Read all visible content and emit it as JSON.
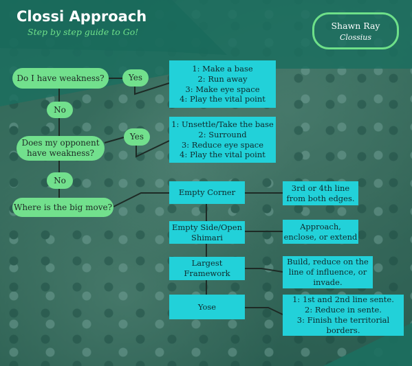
{
  "header": {
    "title": "Clossi Approach",
    "subtitle": "Step by step guide to Go!"
  },
  "author": {
    "name": "Shawn Ray",
    "org": "Clossius"
  },
  "flow": {
    "q1": "Do I have weakness?",
    "q1_yes": "Yes",
    "q1_no": "No",
    "q1_actions": [
      "1: Make a base",
      "2: Run away",
      "3: Make eye space",
      "4: Play the vital point"
    ],
    "q2_line1": "Does my opponent",
    "q2_line2": "have weakness?",
    "q2_yes": "Yes",
    "q2_no": "No",
    "q2_actions": [
      "1: Unsettle/Take the base",
      "2: Surround",
      "3: Reduce eye space",
      "4: Play the vital point"
    ],
    "q3": "Where is the big move?",
    "moves": [
      {
        "label_lines": [
          "Empty Corner"
        ],
        "detail_lines": [
          "3rd or 4th line",
          "from both edges."
        ]
      },
      {
        "label_lines": [
          "Empty Side/Open",
          "Shimari"
        ],
        "detail_lines": [
          "Approach,",
          "enclose, or extend"
        ]
      },
      {
        "label_lines": [
          "Largest",
          "Framework"
        ],
        "detail_lines": [
          "Build, reduce on the",
          "line of influence, or",
          "invade."
        ]
      },
      {
        "label_lines": [
          "Yose"
        ],
        "detail_lines": [
          "1: 1st and 2nd line sente.",
          "2: Reduce in sente.",
          "3: Finish the territorial",
          "borders."
        ]
      }
    ]
  },
  "colors": {
    "green": "#72e08d",
    "cyan": "#22d1d9",
    "teal": "#1b6e5f",
    "line": "#1d2a25"
  }
}
